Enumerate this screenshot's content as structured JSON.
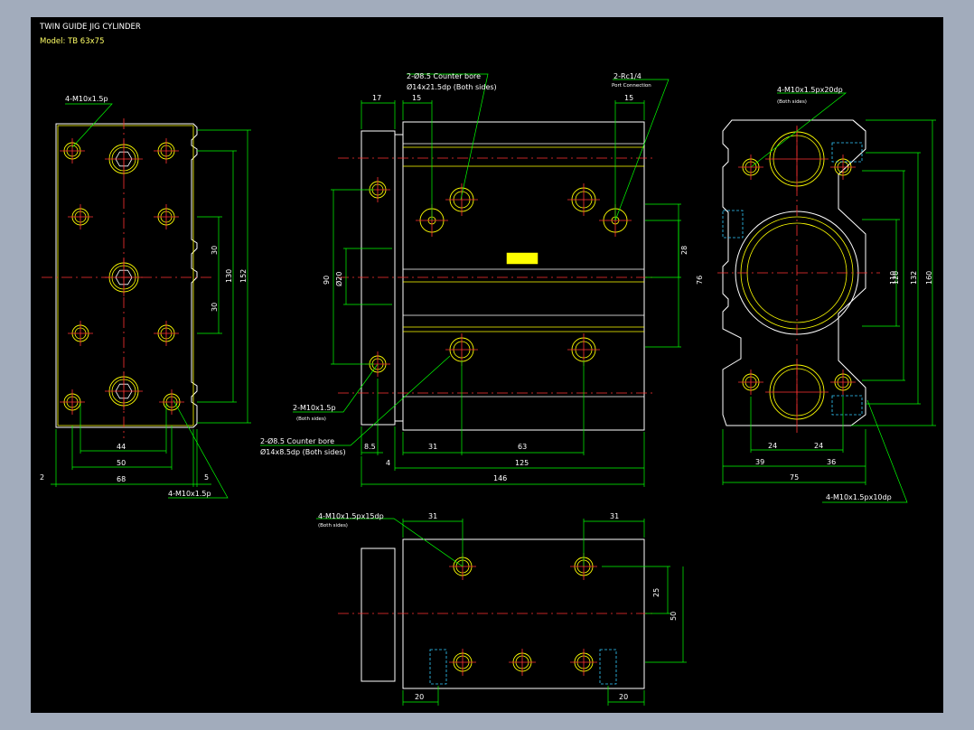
{
  "title": "TWIN GUIDE JIG CYLINDER",
  "model": "Model: TB 63x75",
  "colors": {
    "background": "#000000",
    "outline": "#ffffff",
    "hole": "#ffff00",
    "center": "#ff3333",
    "leader": "#00ff00",
    "hidden": "#33ccff",
    "frame": "#a2acbc"
  },
  "callouts": {
    "top_left_holes": "4-M10x1.5p",
    "bottom_left_holes": "4-M10x1.5p",
    "counter_bore_top_1": "2-Ø8.5 Counter bore",
    "counter_bore_top_2": "Ø14x21.5dp (Both sides)",
    "port_1": "2-Rc1/4",
    "port_2": "Port Connection",
    "side_holes_1": "4-M10x1.5px20dp",
    "side_holes_2": "(Both sides)",
    "front_holes_1": "2-M10x1.5p",
    "front_holes_2": "(Both sides)",
    "counter_bore_bot_1": "2-Ø8.5 Counter bore",
    "counter_bore_bot_2": "Ø14x8.5dp (Both sides)",
    "right_bottom": "4-M10x1.5px10dp",
    "bottom_holes_1": "4-M10x1.5px15dp",
    "bottom_holes_2": "(Both sides)"
  },
  "dims": {
    "left_view": {
      "d30a": "30",
      "d30b": "30",
      "d130": "130",
      "d152": "152",
      "d44": "44",
      "d50": "50",
      "d68": "68",
      "d2": "2",
      "d5": "5"
    },
    "front_view": {
      "d17": "17",
      "d15a": "15",
      "d15b": "15",
      "d90": "90",
      "d20": "Ø20",
      "d28": "28",
      "d76": "76",
      "d85": "8.5",
      "d31": "31",
      "d63": "63",
      "d4": "4",
      "d125": "125",
      "d146": "146"
    },
    "right_view": {
      "d110": "110",
      "d120": "120",
      "d132": "132",
      "d160": "160",
      "d24a": "24",
      "d24b": "24",
      "d39": "39",
      "d36": "36",
      "d75": "75"
    },
    "bottom_view": {
      "d31a": "31",
      "d31b": "31",
      "d25": "25",
      "d50": "50",
      "d20a": "20",
      "d20b": "20"
    }
  }
}
